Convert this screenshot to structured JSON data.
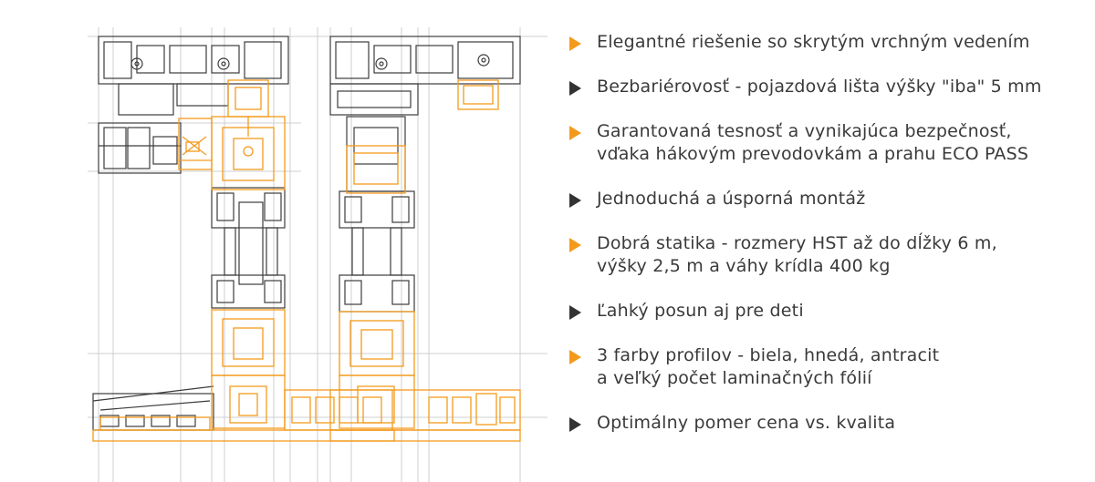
{
  "colors": {
    "accent": "#f39a1c",
    "dark": "#333333",
    "grid": "#cfcfcf",
    "profile": "#3c3c3c"
  },
  "icons": {
    "bullet": "triangle-right-icon"
  },
  "features": [
    {
      "text": "Elegantné riešenie so skrytým vrchným vedením",
      "bullet_color": "orange"
    },
    {
      "text": "Bezbariérovosť - pojazdová lišta výšky \"iba\" 5 mm",
      "bullet_color": "dark"
    },
    {
      "text": "Garantovaná tesnosť a vynikajúca bezpečnosť,\nvďaka hákovým prevodovkám a prahu ECO PASS",
      "bullet_color": "orange"
    },
    {
      "text": "Jednoduchá a úsporná montáž",
      "bullet_color": "dark"
    },
    {
      "text": "Dobrá statika - rozmery HST až do dĺžky 6 m,\nvýšky 2,5 m a váhy krídla 400 kg",
      "bullet_color": "orange"
    },
    {
      "text": "Ľahký posun aj pre deti",
      "bullet_color": "dark"
    },
    {
      "text": "3 farby profilov  - biela, hnedá, antracit\na veľký počet laminačných fólií",
      "bullet_color": "orange"
    },
    {
      "text": "Optimálny pomer cena vs. kvalita",
      "bullet_color": "dark"
    }
  ]
}
